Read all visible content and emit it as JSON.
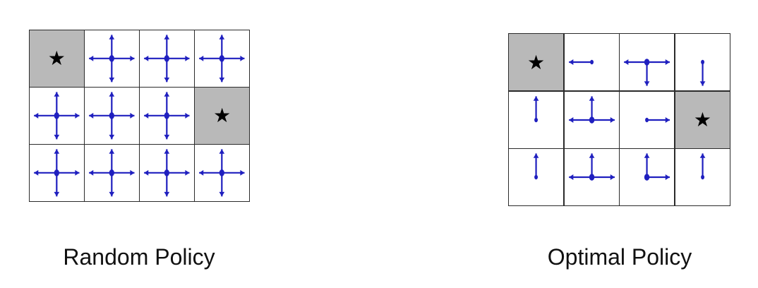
{
  "colors": {
    "arrow": "#1f1fbf",
    "terminal_fill": "#b9b9b9",
    "grid_line": "#2b2b2b"
  },
  "icons": {
    "terminal": "star-icon",
    "action": "arrow-icon"
  },
  "panels": [
    {
      "caption": "Random Policy",
      "rows": 3,
      "cols": 4,
      "cells": [
        {
          "terminal": true,
          "symbol": "★",
          "actions": []
        },
        {
          "terminal": false,
          "actions": [
            "up",
            "down",
            "left",
            "right"
          ]
        },
        {
          "terminal": false,
          "actions": [
            "up",
            "down",
            "left",
            "right"
          ]
        },
        {
          "terminal": false,
          "actions": [
            "up",
            "down",
            "left",
            "right"
          ]
        },
        {
          "terminal": false,
          "actions": [
            "up",
            "down",
            "left",
            "right"
          ]
        },
        {
          "terminal": false,
          "actions": [
            "up",
            "down",
            "left",
            "right"
          ]
        },
        {
          "terminal": false,
          "actions": [
            "up",
            "down",
            "left",
            "right"
          ]
        },
        {
          "terminal": true,
          "symbol": "★",
          "actions": []
        },
        {
          "terminal": false,
          "actions": [
            "up",
            "down",
            "left",
            "right"
          ]
        },
        {
          "terminal": false,
          "actions": [
            "up",
            "down",
            "left",
            "right"
          ]
        },
        {
          "terminal": false,
          "actions": [
            "up",
            "down",
            "left",
            "right"
          ]
        },
        {
          "terminal": false,
          "actions": [
            "up",
            "down",
            "left",
            "right"
          ]
        }
      ]
    },
    {
      "caption": "Optimal Policy",
      "rows": 3,
      "cols": 4,
      "cells": [
        {
          "terminal": true,
          "symbol": "★",
          "actions": []
        },
        {
          "terminal": false,
          "actions": [
            "left"
          ]
        },
        {
          "terminal": false,
          "actions": [
            "left",
            "right",
            "down"
          ]
        },
        {
          "terminal": false,
          "actions": [
            "down"
          ]
        },
        {
          "terminal": false,
          "actions": [
            "up"
          ]
        },
        {
          "terminal": false,
          "actions": [
            "up",
            "left",
            "right"
          ]
        },
        {
          "terminal": false,
          "actions": [
            "right"
          ]
        },
        {
          "terminal": true,
          "symbol": "★",
          "actions": []
        },
        {
          "terminal": false,
          "actions": [
            "up"
          ]
        },
        {
          "terminal": false,
          "actions": [
            "up",
            "left",
            "right"
          ]
        },
        {
          "terminal": false,
          "actions": [
            "up",
            "right"
          ]
        },
        {
          "terminal": false,
          "actions": [
            "up"
          ]
        }
      ]
    }
  ]
}
